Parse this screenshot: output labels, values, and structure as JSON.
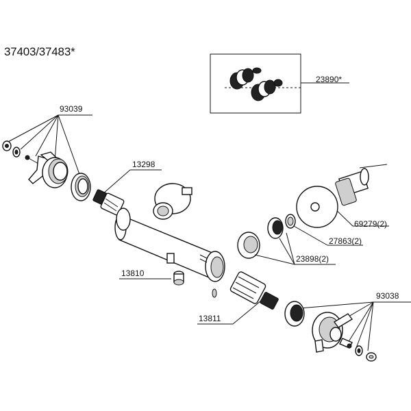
{
  "title": "37403/37483*",
  "labels": {
    "p23890": "23890*",
    "p93039": "93039",
    "p13298": "13298",
    "p69279": "69279(2)",
    "p27863": "27863(2)",
    "p23898": "23898(2)",
    "p13810": "13810",
    "p93038": "93038",
    "p13811": "13811"
  }
}
